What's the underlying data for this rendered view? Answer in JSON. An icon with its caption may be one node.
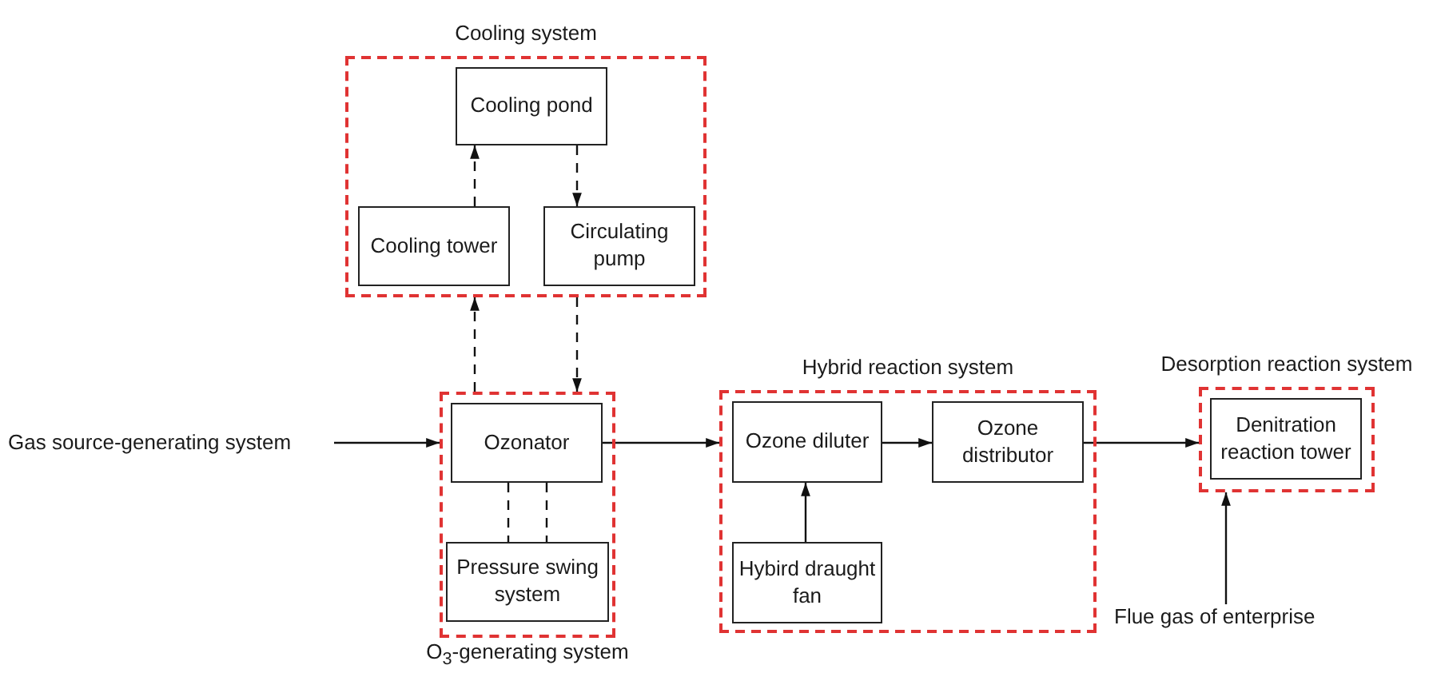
{
  "diagram": {
    "nodes": [
      {
        "text": [
          "Cooling system"
        ]
      },
      {
        "text": [
          "Cooling pond"
        ],
        "in": 0
      },
      {
        "text": [
          "Cooling tower"
        ],
        "in": 0
      },
      {
        "text": [
          "Circulating pump"
        ],
        "in": 0
      },
      {
        "text": [
          "O$_{3}$-generating system"
        ]
      },
      {
        "text": [
          "Ozonator"
        ],
        "in": 4
      },
      {
        "text": [
          "Pressure swing system"
        ],
        "in": 4
      },
      {
        "text": [
          "Gas source-generating system"
        ]
      },
      {
        "text": [
          "Hybrid reaction system"
        ]
      },
      {
        "text": [
          "Ozone diluter"
        ],
        "in": 8
      },
      {
        "text": [
          "Ozone distributor"
        ],
        "in": 8
      },
      {
        "text": [
          "Hybird draught fan"
        ],
        "in": 8
      },
      {
        "text": [
          "Desorption reaction system"
        ]
      },
      {
        "text": [
          "Denitration reaction tower"
        ],
        "in": 12
      },
      {
        "text": [
          "Flue gas of enterprise"
        ]
      }
    ],
    "edges": [
      {
        "from": 2,
        "to": 1,
        "arrow": "to",
        "style": "dashed"
      },
      {
        "from": 1,
        "to": 3,
        "arrow": "to",
        "style": "dashed"
      },
      {
        "from": 4,
        "to": 0,
        "arrow": "to",
        "style": "dashed"
      },
      {
        "from": 0,
        "to": 4,
        "arrow": "to",
        "style": "dashed"
      },
      {
        "from": 5,
        "to": 6,
        "arrow": "none",
        "style": "dashed"
      },
      {
        "from": 5,
        "to": 6,
        "arrow": "none",
        "style": "dashed"
      },
      {
        "from": 7,
        "to": 4,
        "arrow": "to"
      },
      {
        "from": 5,
        "to": 8,
        "arrow": "to"
      },
      {
        "from": 9,
        "to": 10,
        "arrow": "to"
      },
      {
        "from": 11,
        "to": 9,
        "arrow": "to"
      },
      {
        "from": 10,
        "to": 12,
        "arrow": "to"
      },
      {
        "from": 14,
        "to": 12,
        "arrow": "to"
      }
    ]
  }
}
